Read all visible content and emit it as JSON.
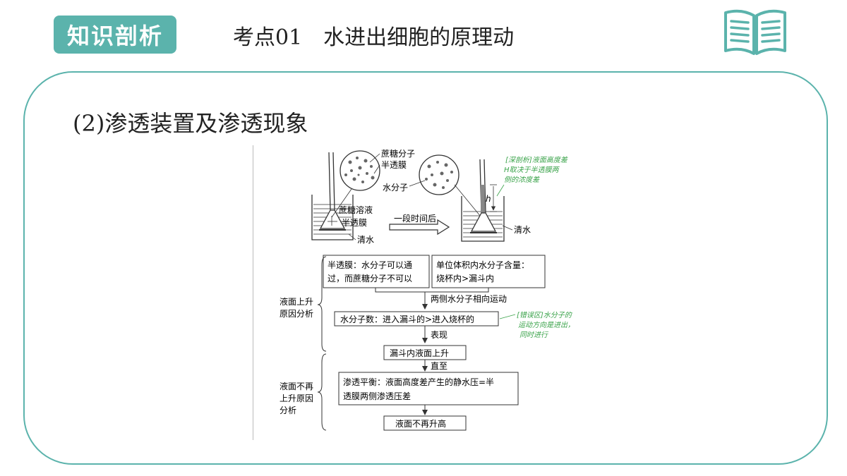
{
  "header": {
    "tag_label": "知识剖析",
    "topic": "考点01　水进出细胞的原理动"
  },
  "content": {
    "heading": "(2)渗透装置及渗透现象"
  },
  "diagram": {
    "sucrose_molecule": "蔗糖分子",
    "membrane_top": "半透膜",
    "water_molecule": "水分子",
    "sucrose_solution": "蔗糖溶液",
    "membrane_bottom": "半透膜",
    "clear_water_left": "清水",
    "after_time": "一段时间后",
    "clear_water_right": "清水",
    "h_label": "h",
    "note_top_1": "[深剖析]液面高度差",
    "note_top_2": "H取决于半透膜两",
    "note_top_3": "侧的浓度差",
    "box1_line1": "半透膜：水分子可以通",
    "box1_line2": "过，而蔗糖分子不可以",
    "box2_line1": "单位体积内水分子含量：",
    "box2_line2": "烧杯内>漏斗内",
    "arrow1_label": "两侧水分子相向运动",
    "box3": "水分子数：进入漏斗的>进入烧杯的",
    "note_mid_1": "[错误区]水分子的",
    "note_mid_2": "运动方向是进出，",
    "note_mid_3": "同时进行",
    "arrow2_label": "表现",
    "box4": "漏斗内液面上升",
    "arrow3_label": "直至",
    "box5_line1": "渗透平衡：液面高度差产生的静水压=半",
    "box5_line2": "透膜两侧渗透压差",
    "box6": "液面不再升高",
    "brace1_1": "液面上升",
    "brace1_2": "原因分析",
    "brace2_1": "液面不再",
    "brace2_2": "上升原因",
    "brace2_3": "分析"
  },
  "icons": {
    "book": "open-book-icon"
  },
  "colors": {
    "accent": "#5bb3ac",
    "note_green": "#3aa34a"
  }
}
